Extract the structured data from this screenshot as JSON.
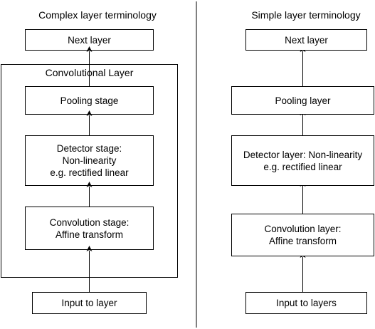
{
  "left": {
    "heading": "Complex layer terminology",
    "next": "Next layer",
    "container_title": "Convolutional Layer",
    "pooling": "Pooling stage",
    "detector": "Detector stage:\nNon-linearity\ne.g. rectified linear",
    "convolution": "Convolution stage:\nAffine transform",
    "input": "Input to layer"
  },
  "right": {
    "heading": "Simple layer terminology",
    "next": "Next layer",
    "pooling": "Pooling layer",
    "detector": "Detector layer: Non-linearity\ne.g. rectified linear",
    "convolution": "Convolution layer:\nAffine transform",
    "input": "Input to layers"
  }
}
